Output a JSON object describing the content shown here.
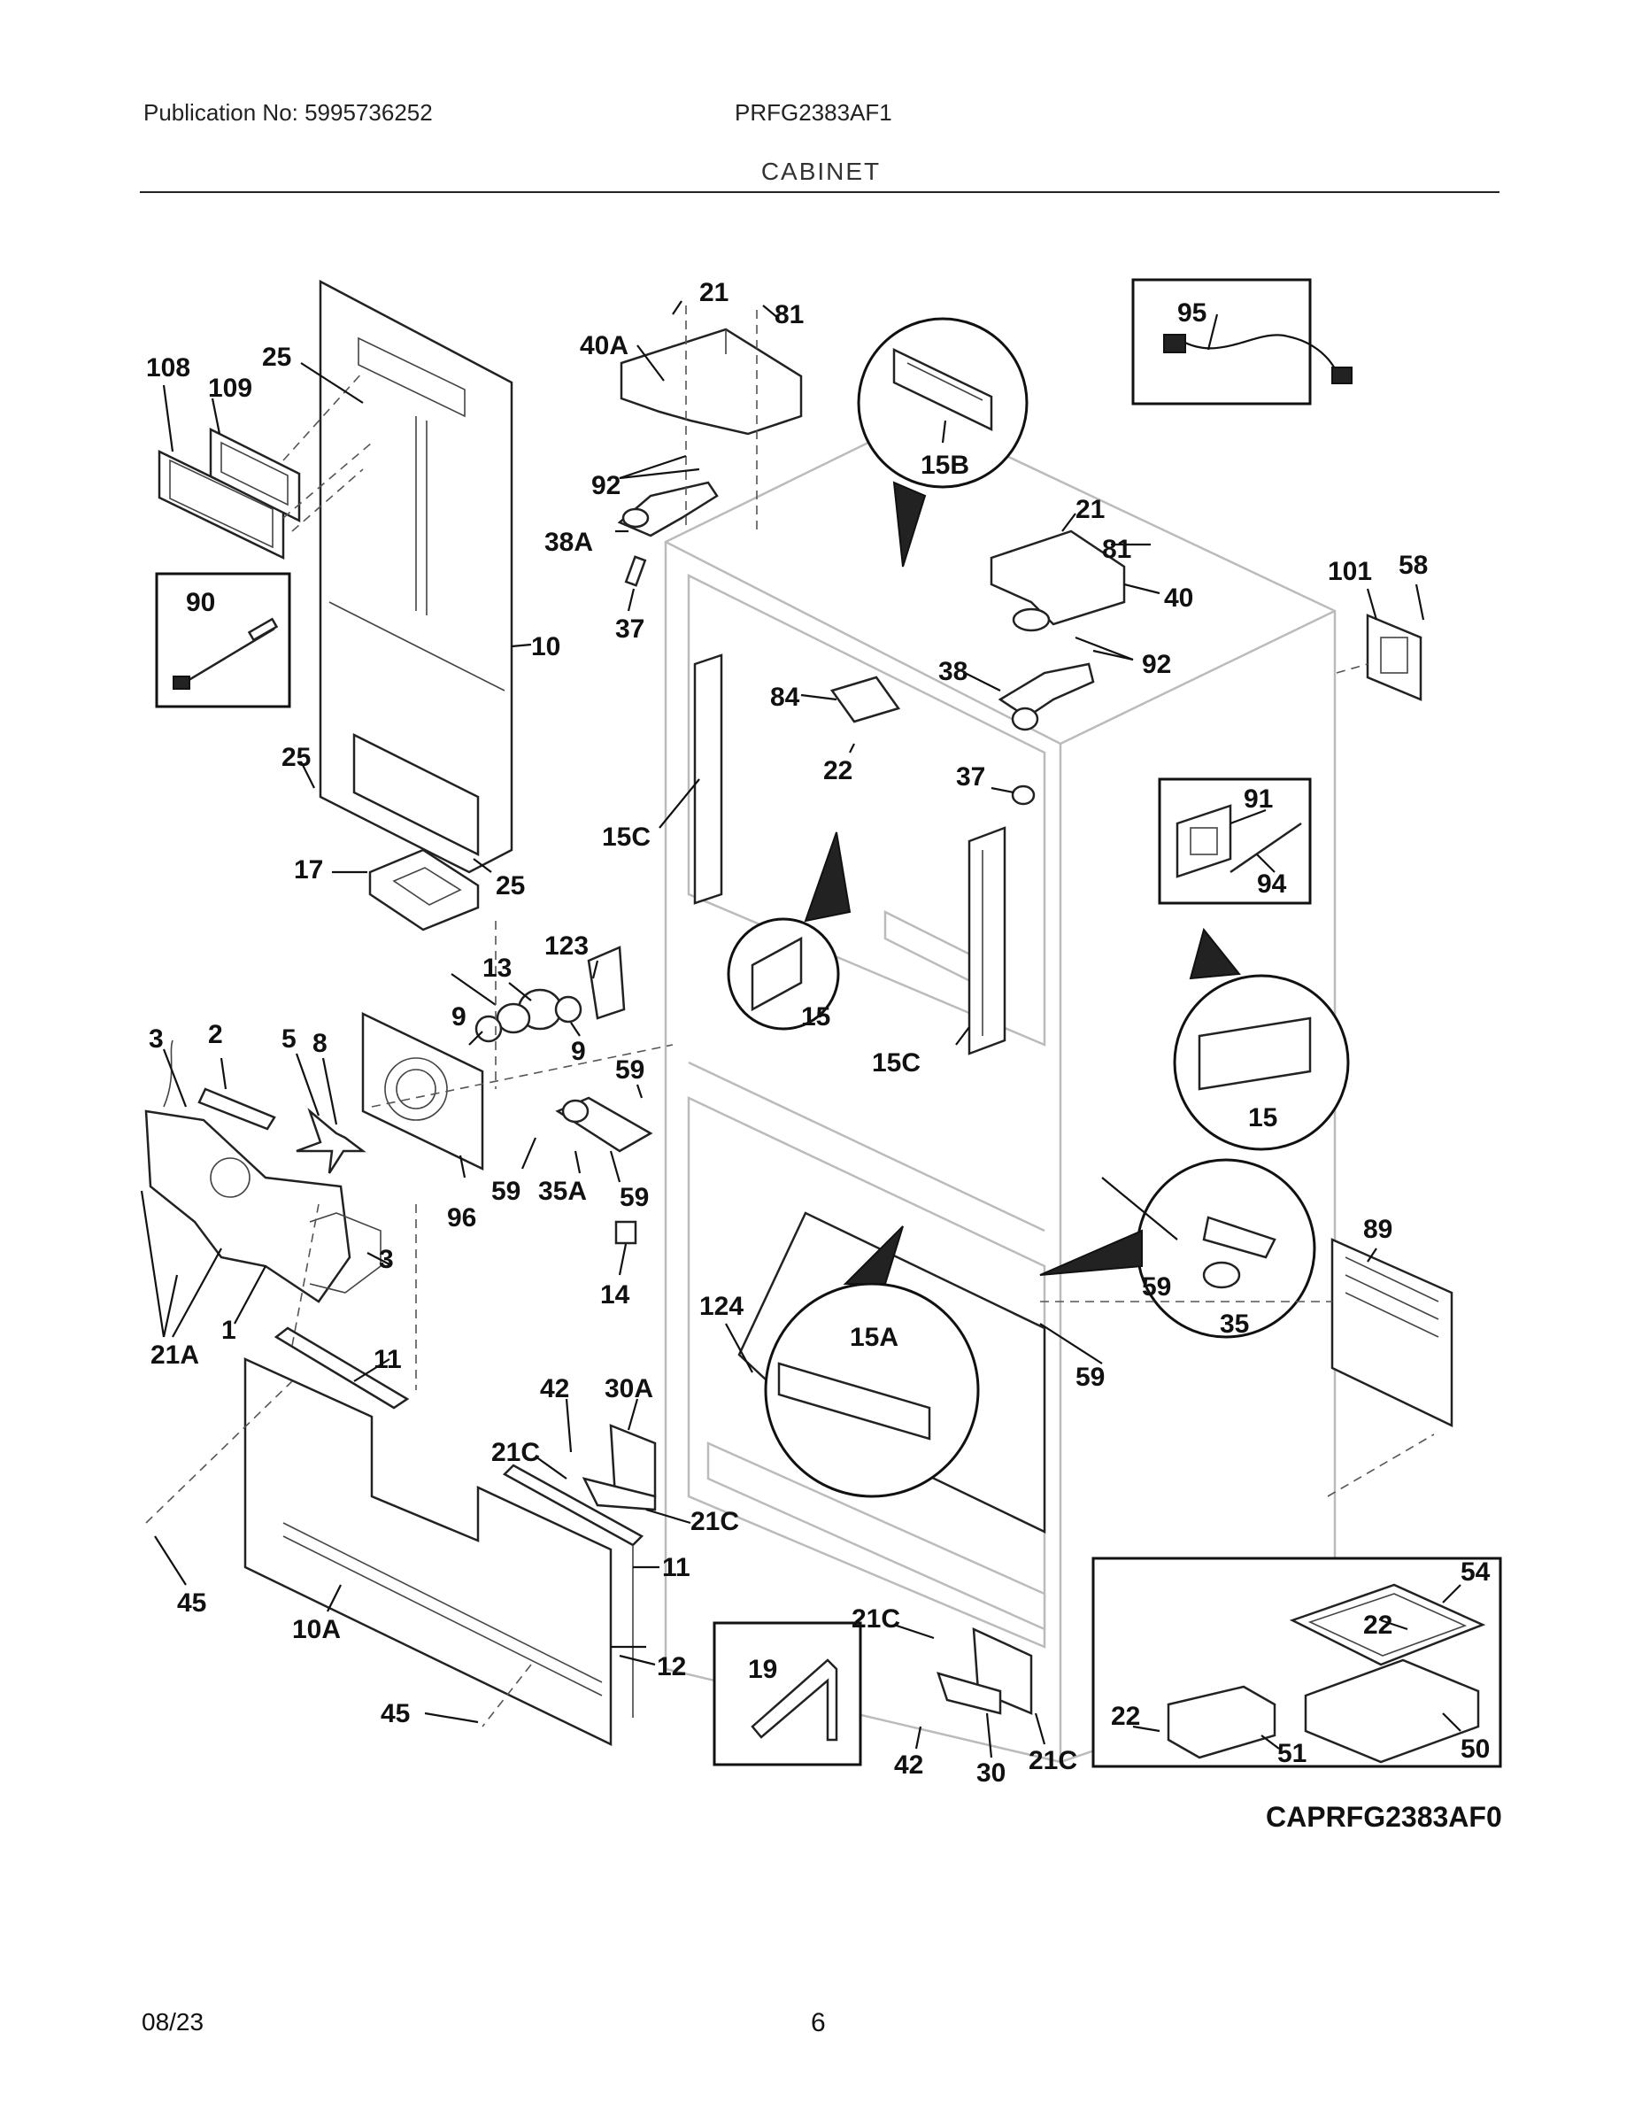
{
  "header": {
    "publication": "Publication No: 5995736252",
    "model": "PRFG2383AF1",
    "section": "CABINET"
  },
  "diagram_code": "CAPRFG2383AF0",
  "footer": {
    "date": "08/23",
    "page": "6"
  },
  "callouts": {
    "c108": "108",
    "c109": "109",
    "c25a": "25",
    "c25b": "25",
    "c25c": "25",
    "c10": "10",
    "c90": "90",
    "c17": "17",
    "c21a": "21",
    "c81a": "81",
    "c40A": "40A",
    "c92a": "92",
    "c38A": "38A",
    "c37a": "37",
    "c15B": "15B",
    "c95": "95",
    "c21b": "21",
    "c81b": "81",
    "c40": "40",
    "c92b": "92",
    "c38": "38",
    "c101": "101",
    "c58": "58",
    "c84": "84",
    "c22a": "22",
    "c37b": "37",
    "c15Ca": "15C",
    "c15Cb": "15C",
    "c91": "91",
    "c94": "94",
    "c15a": "15",
    "c15b": "15",
    "c123": "123",
    "c13": "13",
    "c9a": "9",
    "c9b": "9",
    "c3a": "3",
    "c2": "2",
    "c5": "5",
    "c8": "8",
    "c3b": "3",
    "c1": "1",
    "c21A": "21A",
    "c59a": "59",
    "c59b": "59",
    "c59c": "59",
    "c35A": "35A",
    "c96": "96",
    "c14": "14",
    "c89": "89",
    "c59d": "59",
    "c35": "35",
    "c59e": "59",
    "c124": "124",
    "c15A": "15A",
    "c11a": "11",
    "c11b": "11",
    "c12": "12",
    "c10A": "10A",
    "c45a": "45",
    "c45b": "45",
    "c42a": "42",
    "c30A": "30A",
    "c21Ca": "21C",
    "c21Cb": "21C",
    "c19": "19",
    "c21Cc": "21C",
    "c42b": "42",
    "c30": "30",
    "c21Cd": "21C",
    "c54": "54",
    "c22b": "22",
    "c22c": "22",
    "c51": "51",
    "c50": "50"
  }
}
